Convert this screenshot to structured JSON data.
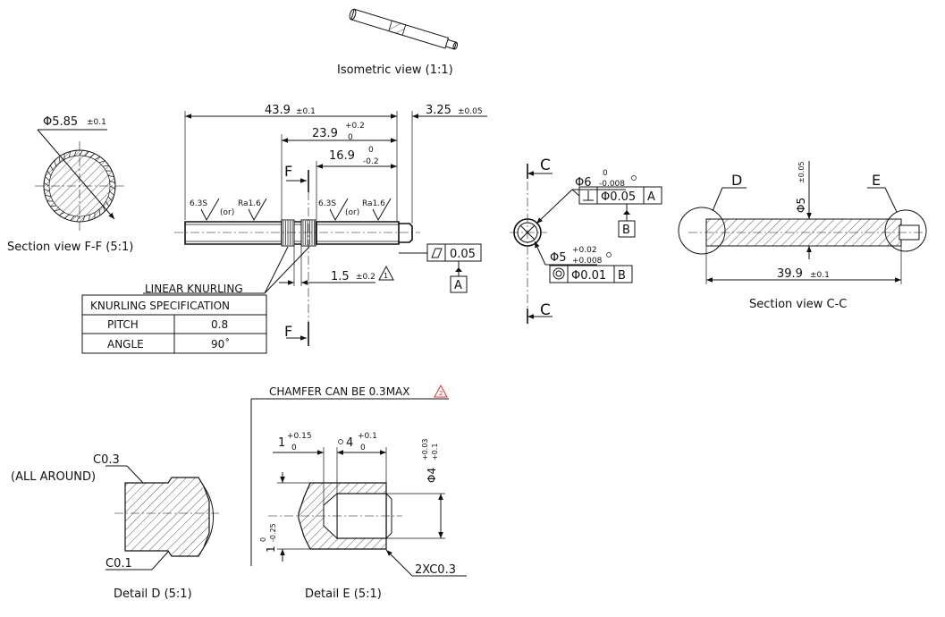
{
  "views": {
    "isometric": "Isometric view  (1:1)",
    "section_ff": "Section view F-F  (5:1)",
    "section_cc": "Section view C-C",
    "detail_d": "Detail D  (5:1)",
    "detail_e": "Detail E  (5:1)"
  },
  "section_ff": {
    "dia_prefix": "Φ5.85",
    "dia_tol": "±0.1"
  },
  "main_view": {
    "len_total": "43.9",
    "len_total_tol": "±0.1",
    "len_239": "23.9",
    "len_239_up": "+0.2",
    "len_239_low": "0",
    "len_169": "16.9",
    "len_169_up": "0",
    "len_169_low": "-0.2",
    "len_325": "3.25",
    "len_325_tol": "±0.05",
    "len_15": "1.5",
    "len_15_tol": "±0.2",
    "rev_tri_1": "1",
    "finish_left": "6.3S",
    "finish_or": "(or)",
    "finish_ra": "Ra1.6",
    "section_letter": "F",
    "flatness": "0.05",
    "datum_a": "A",
    "knurl_label": "LINEAR KNURLING"
  },
  "knurling_table": {
    "title": "KNURLING SPECIFICATION",
    "rows": [
      {
        "label": "PITCH",
        "value": "0.8"
      },
      {
        "label": "ANGLE",
        "value": "90˚"
      }
    ]
  },
  "end_view": {
    "section_letter": "C",
    "dia6": "Φ6",
    "dia6_up": "0",
    "dia6_low": "-0.008",
    "perp_tol": "Φ0.05",
    "perp_datum": "A",
    "datum_b": "B",
    "dia5": "Φ5",
    "dia5_up": "+0.02",
    "dia5_low": "+0.008",
    "conc_tol": "Φ0.01",
    "conc_datum": "B"
  },
  "section_cc": {
    "detail_d_letter": "D",
    "detail_e_letter": "E",
    "dia5": "Φ5",
    "dia5_tol": "±0.05",
    "length": "39.9",
    "length_tol": "±0.1"
  },
  "detail_d": {
    "c03": "C0.3",
    "all_around": "(ALL AROUND)",
    "c01": "C0.1"
  },
  "detail_e": {
    "chamfer_note": "CHAMFER CAN BE 0.3MAX",
    "rev_tri_2": "2",
    "dim1": "1",
    "dim1_up": "+0.15",
    "dim1_low": "0",
    "dim4": "4",
    "dim4_up": "+0.1",
    "dim4_low": "0",
    "dia4": "Φ4",
    "dia4_up": "+0.03",
    "dia4_low": "+0.1",
    "dim_v1": "1",
    "dim_v1_up": "0",
    "dim_v1_low": "-0.25",
    "chamfer2": "2XC0.3"
  }
}
